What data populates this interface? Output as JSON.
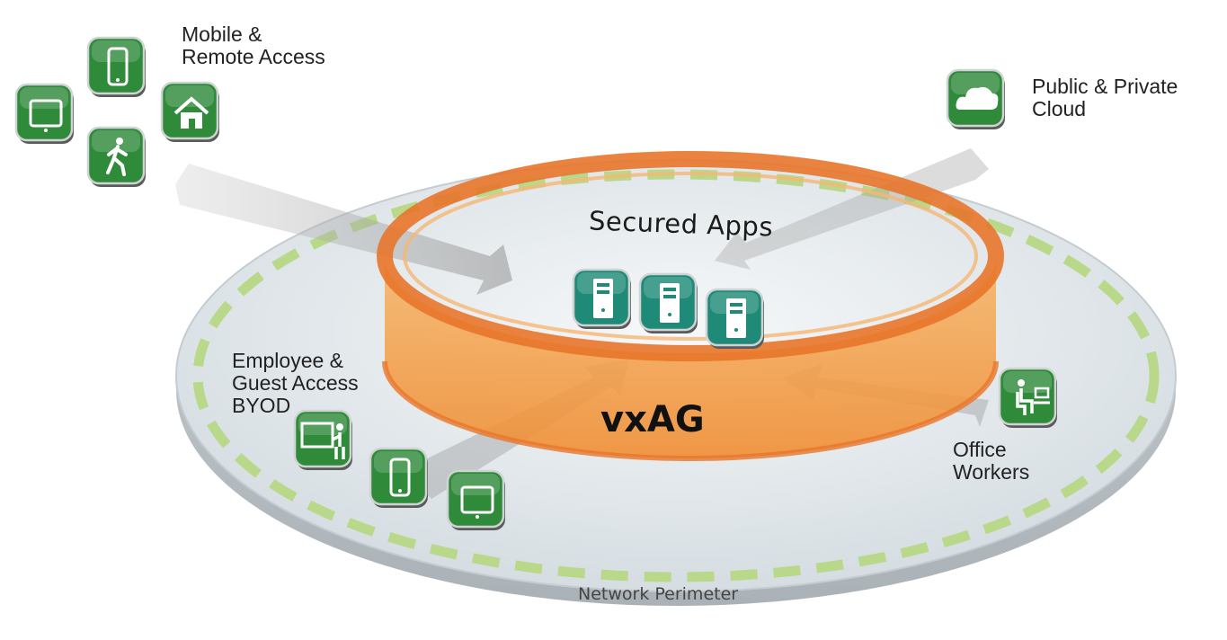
{
  "labels": {
    "mobile_remote": [
      "Mobile &",
      "Remote Access"
    ],
    "cloud": [
      "Public & Private",
      "Cloud"
    ],
    "employee_guest": [
      "Employee &",
      "Guest Access",
      "BYOD"
    ],
    "office_workers": [
      "Office",
      "Workers"
    ],
    "secured_apps": "Secured Apps",
    "gateway": "vxAG",
    "perimeter": "Network Perimeter"
  },
  "colors": {
    "ring_orange": "#f29a3c",
    "ring_edge": "#e8762a",
    "disc_fill": "#e4e9ec",
    "dash_green": "#b9d88a",
    "icon_green": "#2f8a3a",
    "server_teal": "#1f8a78"
  },
  "icons": {
    "mobile_remote": [
      "tablet-icon",
      "smartphone-icon",
      "home-icon",
      "walking-person-icon"
    ],
    "cloud": [
      "cloud-icon"
    ],
    "employee_guest": [
      "presenter-icon",
      "smartphone-icon",
      "tablet-icon"
    ],
    "office_workers": [
      "desk-worker-icon"
    ],
    "servers": [
      "server-icon",
      "server-icon",
      "server-icon"
    ]
  }
}
